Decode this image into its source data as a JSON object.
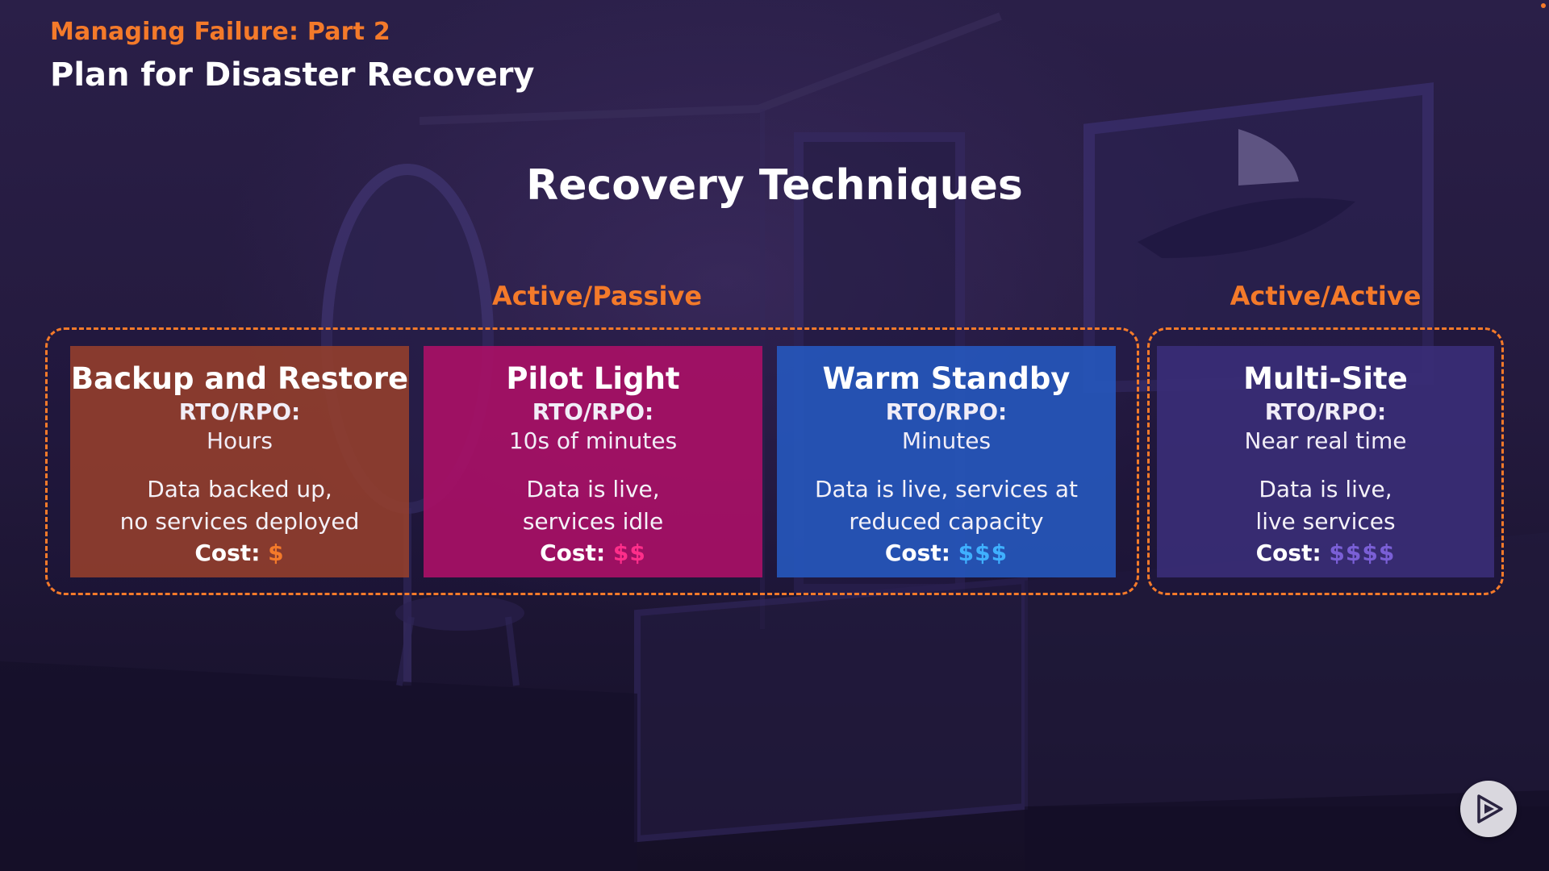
{
  "header": {
    "eyebrow": "Managing Failure: Part 2",
    "title": "Plan for Disaster Recovery"
  },
  "slide": {
    "title": "Recovery Techniques"
  },
  "groups": {
    "active_passive": "Active/Passive",
    "active_active": "Active/Active"
  },
  "cards": [
    {
      "title": "Backup and Restore",
      "rto_label": "RTO/RPO:",
      "rto_value": "Hours",
      "desc_line1": "Data backed up,",
      "desc_line2": "no services deployed",
      "cost_label": "Cost:",
      "cost_value": "$",
      "cost_color": "#f47a2a"
    },
    {
      "title": "Pilot Light",
      "rto_label": "RTO/RPO:",
      "rto_value": "10s of minutes",
      "desc_line1": "Data is live,",
      "desc_line2": "services idle",
      "cost_label": "Cost:",
      "cost_value": "$$",
      "cost_color": "#ff2e8a"
    },
    {
      "title": "Warm Standby",
      "rto_label": "RTO/RPO:",
      "rto_value": "Minutes",
      "desc_line1": "Data is live, services at",
      "desc_line2": "reduced capacity",
      "cost_label": "Cost:",
      "cost_value": "$$$",
      "cost_color": "#3fb0ff"
    },
    {
      "title": "Multi-Site",
      "rto_label": "RTO/RPO:",
      "rto_value": "Near real time",
      "desc_line1": "Data is live,",
      "desc_line2": "live services",
      "cost_label": "Cost:",
      "cost_value": "$$$$",
      "cost_color": "#7a5fd6"
    }
  ],
  "colors": {
    "accent_orange": "#f47a2a",
    "background": "#241a3e"
  },
  "icons": {
    "play": "play-icon"
  }
}
